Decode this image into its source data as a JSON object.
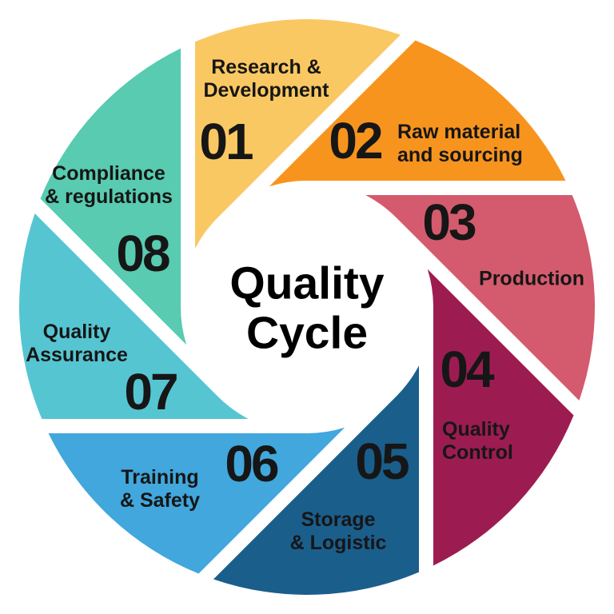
{
  "diagram": {
    "title": "Quality Cycle",
    "background_color": "#ffffff",
    "text_color": "#161616",
    "segments": [
      {
        "number": "01",
        "label_lines": [
          "Research &",
          "Development"
        ],
        "color": "#FAC862"
      },
      {
        "number": "02",
        "label_lines": [
          "Raw material",
          "and sourcing"
        ],
        "color": "#F7941E"
      },
      {
        "number": "03",
        "label_lines": [
          "Production"
        ],
        "color": "#D35B6D"
      },
      {
        "number": "04",
        "label_lines": [
          "Quality",
          "Control"
        ],
        "color": "#9C1C52"
      },
      {
        "number": "05",
        "label_lines": [
          "Storage",
          "& Logistic"
        ],
        "color": "#1A5E8C"
      },
      {
        "number": "06",
        "label_lines": [
          "Training",
          "& Safety"
        ],
        "color": "#41A7DC"
      },
      {
        "number": "07",
        "label_lines": [
          "Quality",
          "Assurance"
        ],
        "color": "#56C5D2"
      },
      {
        "number": "08",
        "label_lines": [
          "Compliance",
          "& regulations"
        ],
        "color": "#58CBB0"
      }
    ]
  }
}
